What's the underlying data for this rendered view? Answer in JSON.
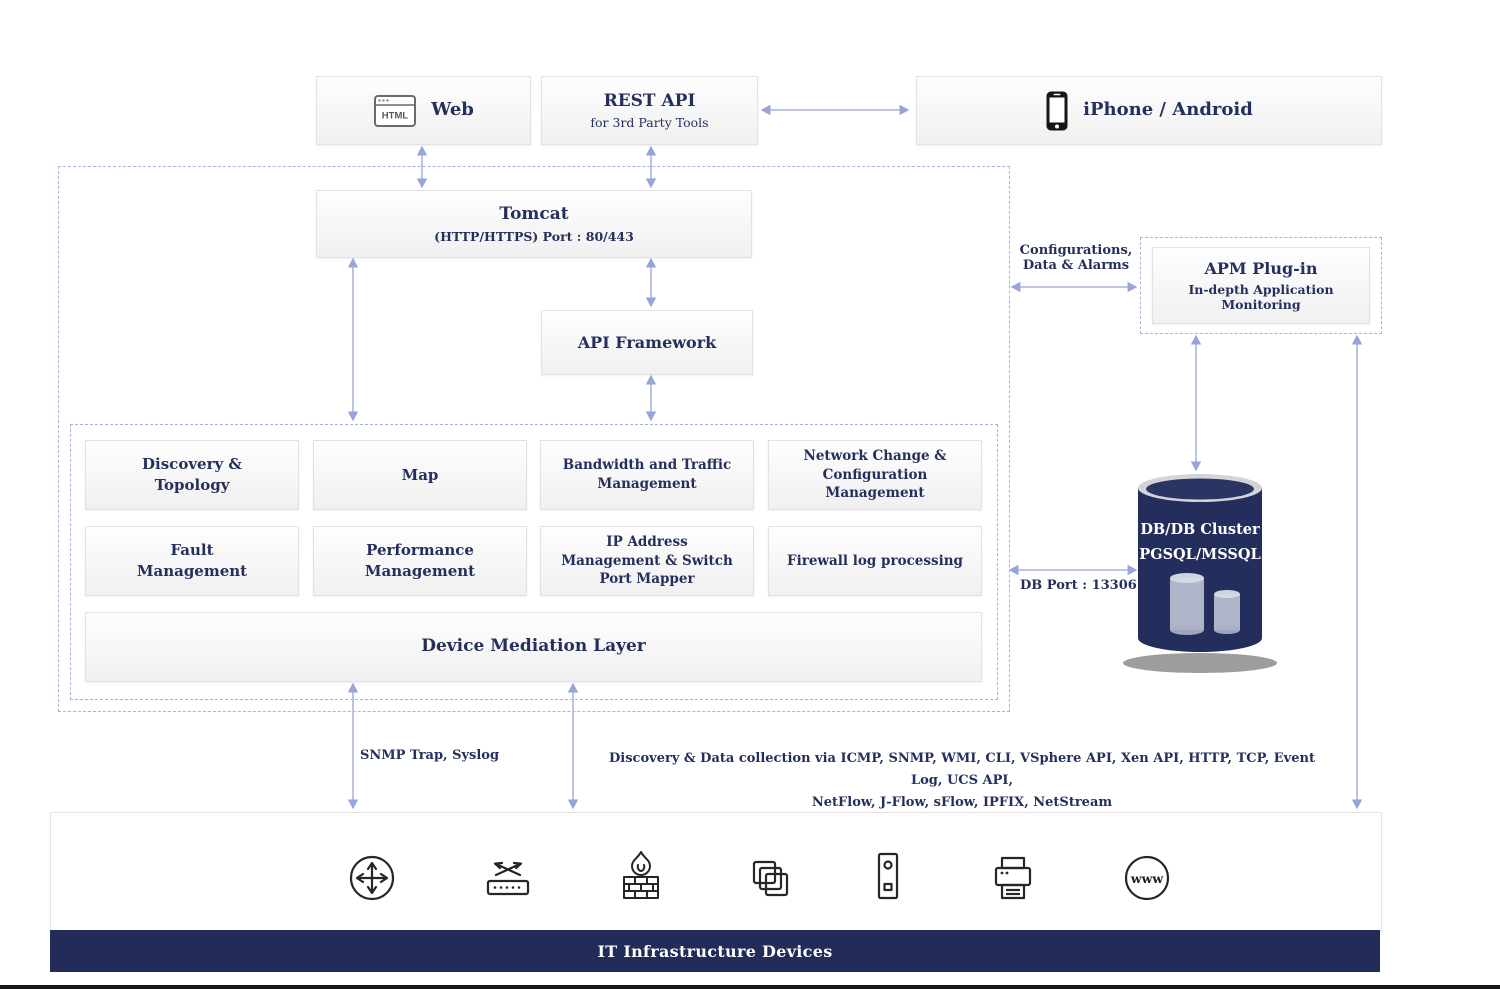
{
  "top": {
    "web": {
      "label": "Web",
      "icon_text": "HTML"
    },
    "rest_api": {
      "title": "REST API",
      "subtitle": "for 3rd Party Tools"
    },
    "mobile": {
      "label": "iPhone / Android"
    }
  },
  "tomcat": {
    "title": "Tomcat",
    "subtitle": "(HTTP/HTTPS) Port : 80/443"
  },
  "api_framework": {
    "label": "API Framework"
  },
  "modules": {
    "row1": [
      "Discovery & Topology",
      "Map",
      "Bandwidth and Traffic Management",
      "Network Change & Configuration Management"
    ],
    "row2": [
      "Fault Management",
      "Performance Management",
      "IP Address Management & Switch Port Mapper",
      "Firewall log processing"
    ],
    "mediation": "Device Mediation Layer"
  },
  "apm": {
    "title": "APM Plug-in",
    "subtitle": "In-depth Application Monitoring",
    "link_label": "Configurations,\nData & Alarms"
  },
  "db": {
    "line1": "DB/DB Cluster",
    "line2": "PGSQL/MSSQL",
    "port_label": "DB Port : 13306"
  },
  "annotations": {
    "snmp": "SNMP Trap, Syslog",
    "discovery": "Discovery & Data collection via ICMP, SNMP, WMI, CLI, VSphere API, Xen API, HTTP, TCP, Event Log, UCS API,\nNetFlow, J-Flow, sFlow, IPFIX, NetStream"
  },
  "devices": {
    "band_label": "IT Infrastructure Devices",
    "www_label": "www",
    "icons": [
      "router-icon",
      "switch-icon",
      "firewall-icon",
      "virtualization-icon",
      "server-icon",
      "printer-icon",
      "www-icon"
    ]
  },
  "colors": {
    "navy": "#252f5c",
    "arrow": "#97a5d8",
    "band": "#232c58"
  }
}
